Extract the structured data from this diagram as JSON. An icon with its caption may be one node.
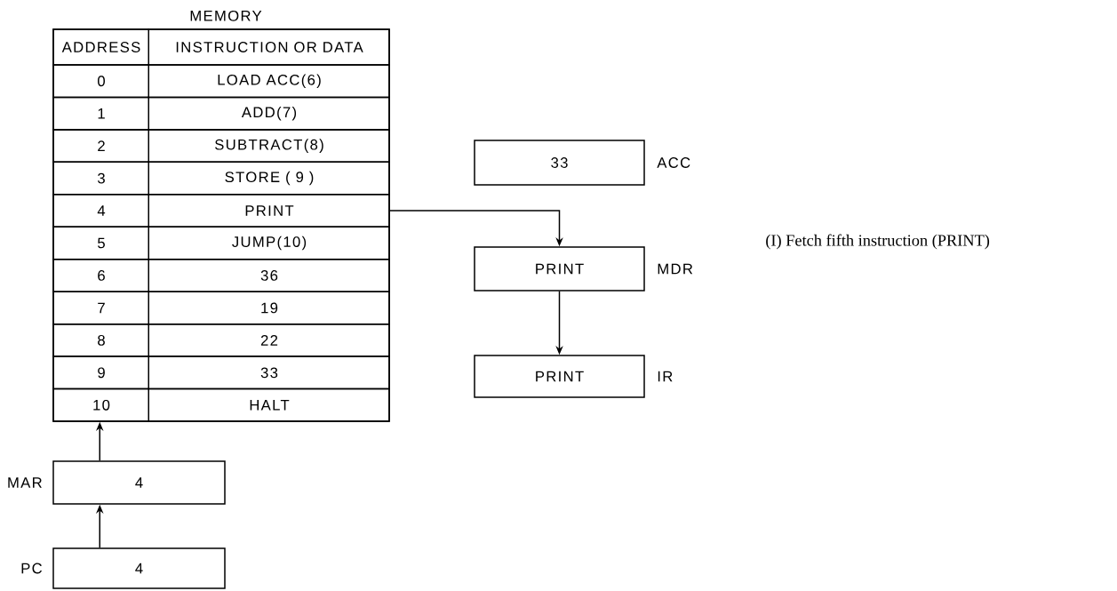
{
  "diagram": {
    "nodes": [
      {
        "text": [
          "MEMORY"
        ]
      },
      {
        "text": [
          "ADDRESS",
          "INSTRUCTION OR DATA"
        ],
        "in": 0
      },
      {
        "text": [
          "0",
          "LOAD ACC(6)"
        ],
        "in": 0
      },
      {
        "text": [
          "1",
          "ADD(7)"
        ],
        "in": 0
      },
      {
        "text": [
          "2",
          "SUBTRACT(8)"
        ],
        "in": 0
      },
      {
        "text": [
          "3",
          "STORE ( 9 )"
        ],
        "in": 0
      },
      {
        "text": [
          "4",
          "PRINT"
        ],
        "in": 0
      },
      {
        "text": [
          "5",
          "JUMP(10)"
        ],
        "in": 0
      },
      {
        "text": [
          "6",
          "36"
        ],
        "in": 0
      },
      {
        "text": [
          "7",
          "19"
        ],
        "in": 0
      },
      {
        "text": [
          "8",
          "22"
        ],
        "in": 0
      },
      {
        "text": [
          "9",
          "33"
        ],
        "in": 0
      },
      {
        "text": [
          "10",
          "HALT"
        ],
        "in": 0
      },
      {
        "text": [
          "33"
        ],
        "beside": [
          "ACC"
        ]
      },
      {
        "text": [
          "PRINT"
        ],
        "beside": [
          "MDR"
        ]
      },
      {
        "text": [
          "PRINT"
        ],
        "beside": [
          "IR"
        ]
      },
      {
        "text": [
          "4"
        ],
        "beside": [
          "MAR"
        ]
      },
      {
        "text": [
          "4"
        ],
        "beside": [
          "PC"
        ]
      }
    ],
    "edges": [
      {
        "from": 6,
        "to": 14,
        "arrow": "to"
      },
      {
        "from": 14,
        "to": 15,
        "arrow": "to"
      },
      {
        "from": 16,
        "to": 12,
        "arrow": "to"
      },
      {
        "from": 17,
        "to": 16,
        "arrow": "to"
      }
    ],
    "labels": [
      "(I) Fetch fifth instruction (PRINT)"
    ]
  }
}
